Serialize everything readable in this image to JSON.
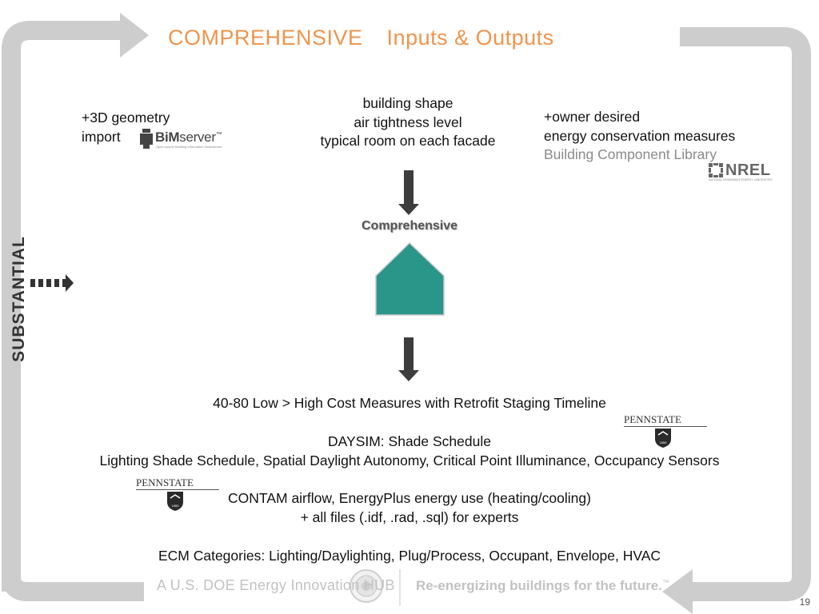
{
  "title": {
    "left": "COMPREHENSIVE",
    "right": "Inputs & Outputs"
  },
  "side_label": "SUBSTANTIAL",
  "left_input": {
    "line1": "+3D geometry",
    "line2": "import"
  },
  "bimserver": {
    "word_bold": "BiM",
    "word_light": "server",
    "tm": "™",
    "tagline": "Open source Building Information Modelserver"
  },
  "center_input": {
    "line1": "building shape",
    "line2": "air tightness level",
    "line3": "typical room on each facade"
  },
  "right_input": {
    "line1": "+owner desired",
    "line2": "energy conservation measures",
    "line3": "Building Component Library"
  },
  "nrel": {
    "word": "NREL",
    "tagline": "NATIONAL RENEWABLE ENERGY LABORATORY"
  },
  "comprehensive_label": "Comprehensive",
  "outputs": {
    "line1": "40-80 Low > High Cost Measures with Retrofit Staging Timeline",
    "line2": "DAYSIM: Shade Schedule",
    "line3": "Lighting Shade Schedule, Spatial Daylight Autonomy, Critical Point Illuminance, Occupancy Sensors",
    "line4": "CONTAM airflow, EnergyPlus energy use (heating/cooling)",
    "line5": "+ all files (.idf, .rad, .sql) for experts",
    "line6": "ECM Categories: Lighting/Daylighting, Plug/Process, Occupant, Envelope, HVAC"
  },
  "pennstate": {
    "word": "PENNSTATE",
    "year": "1855"
  },
  "footer": {
    "left": "A  U.S. DOE Energy Innovation HUB",
    "right": "Re-energizing buildings for the future.",
    "tm": "™"
  },
  "page_number": "19",
  "colors": {
    "accent": "#f0944c",
    "house": "#2a9589",
    "frame": "#cdcdcd",
    "arrow": "#3d3d3d"
  }
}
